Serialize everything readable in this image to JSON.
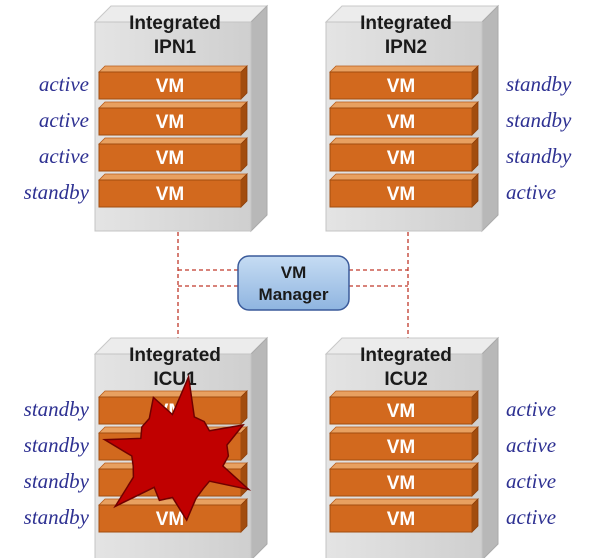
{
  "vm_manager": {
    "line1": "VM",
    "line2": "Manager"
  },
  "servers": [
    {
      "id": "ipn1",
      "title_line1": "Integrated",
      "title_line2": "IPN1",
      "label_side": "left",
      "vms": [
        {
          "label": "VM",
          "state": "active"
        },
        {
          "label": "VM",
          "state": "active"
        },
        {
          "label": "VM",
          "state": "active"
        },
        {
          "label": "VM",
          "state": "standby"
        }
      ]
    },
    {
      "id": "ipn2",
      "title_line1": "Integrated",
      "title_line2": "IPN2",
      "label_side": "right",
      "vms": [
        {
          "label": "VM",
          "state": "standby"
        },
        {
          "label": "VM",
          "state": "standby"
        },
        {
          "label": "VM",
          "state": "standby"
        },
        {
          "label": "VM",
          "state": "active"
        }
      ]
    },
    {
      "id": "icu1",
      "title_line1": "Integrated",
      "title_line2": "ICU1",
      "label_side": "left",
      "failed": true,
      "vms": [
        {
          "label": "VM",
          "state": "standby"
        },
        {
          "label": "VM",
          "state": "standby"
        },
        {
          "label": "VM",
          "state": "standby"
        },
        {
          "label": "VM",
          "state": "standby"
        }
      ]
    },
    {
      "id": "icu2",
      "title_line1": "Integrated",
      "title_line2": "ICU2",
      "label_side": "right",
      "vms": [
        {
          "label": "VM",
          "state": "active"
        },
        {
          "label": "VM",
          "state": "active"
        },
        {
          "label": "VM",
          "state": "active"
        },
        {
          "label": "VM",
          "state": "active"
        }
      ]
    }
  ],
  "colors": {
    "server_front": "#d9d9d9",
    "server_side": "#b8b8b8",
    "server_top": "#ececec",
    "vm_fill": "#d2691e",
    "vm_top": "#e8a060",
    "vm_side": "#a24d0f",
    "state_text": "#2e3192",
    "connector": "#c0392b",
    "manager_fill": "#a9c8ea",
    "manager_stroke": "#3a5a9a",
    "burst_fill": "#c00000",
    "burst_stroke": "#700000"
  }
}
